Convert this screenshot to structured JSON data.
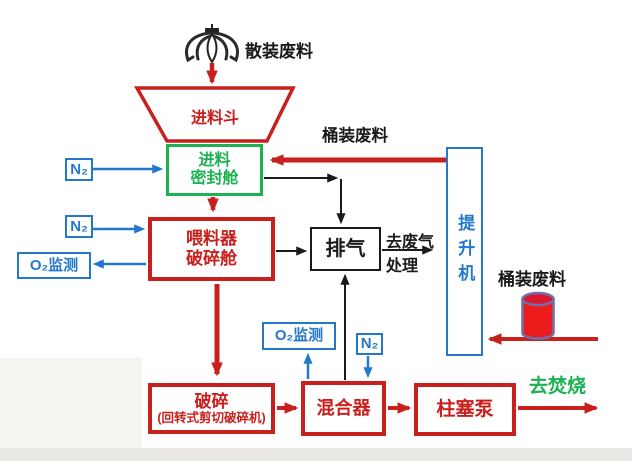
{
  "colors": {
    "bg": "#ffffff",
    "red": "#c8201d",
    "green": "#1cb152",
    "blue": "#2478cc",
    "black": "#1a1a1a",
    "drum_fill": "#ec1c1c",
    "drum_top": "#d8182e",
    "drum_stroke": "#6f6fae"
  },
  "labels": {
    "bulk_waste": "散装废料",
    "hopper": "进料斗",
    "feed_seal": [
      "进料",
      "密封舱"
    ],
    "n2_1": "N₂",
    "n2_2": "N₂",
    "n2_3": "N₂",
    "o2_monitor_1": "O₂监测",
    "o2_monitor_2": "O₂监测",
    "feeder": [
      "喂料器",
      "破碎舱"
    ],
    "exhaust": "排气",
    "to_gas_treatment": [
      "去废气",
      "处理"
    ],
    "drum_waste_top": "桶装废料",
    "hoist": "提升机",
    "drum_waste_right": "桶装废料",
    "crusher": [
      "破碎",
      "(回转式剪切破碎机)"
    ],
    "mixer": "混合器",
    "pump": "柱塞泵",
    "to_incineration": "去焚烧"
  }
}
